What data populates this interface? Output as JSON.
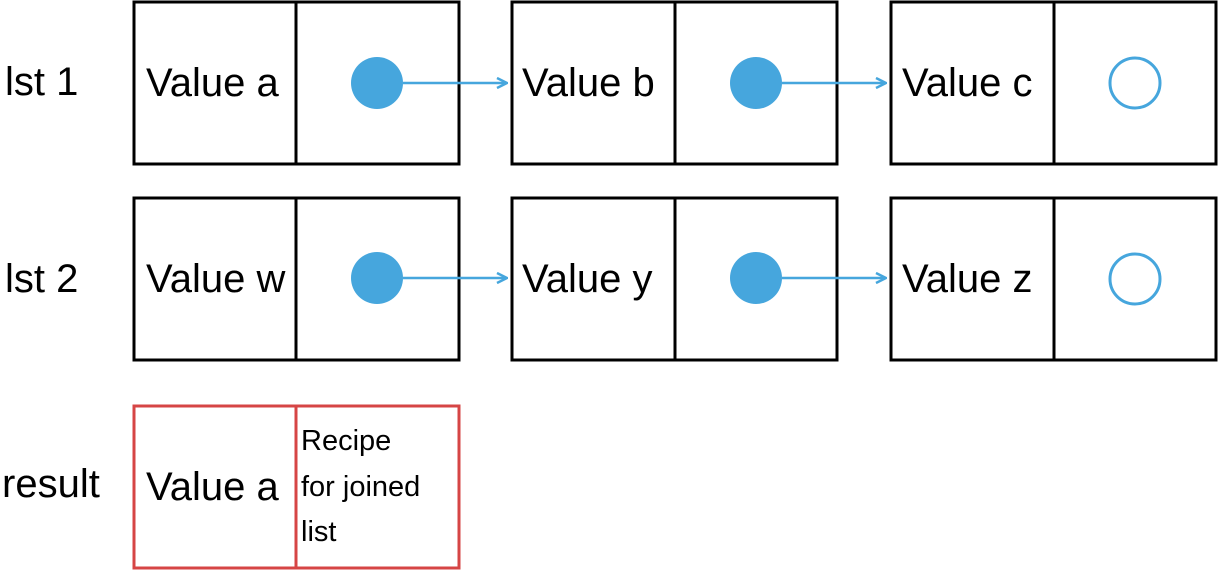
{
  "colors": {
    "node_border": "#000000",
    "result_border": "#d64545",
    "pointer": "#46a6dd"
  },
  "lists": [
    {
      "label": "lst 1",
      "nodes": [
        {
          "value": "Value a",
          "pointer": "next"
        },
        {
          "value": "Value b",
          "pointer": "next"
        },
        {
          "value": "Value c",
          "pointer": "null"
        }
      ]
    },
    {
      "label": "lst 2",
      "nodes": [
        {
          "value": "Value w",
          "pointer": "next"
        },
        {
          "value": "Value y",
          "pointer": "next"
        },
        {
          "value": "Value z",
          "pointer": "null"
        }
      ]
    }
  ],
  "result": {
    "label": "result",
    "value": "Value a",
    "recipe_lines": [
      "Recipe",
      "for joined",
      "list"
    ]
  }
}
